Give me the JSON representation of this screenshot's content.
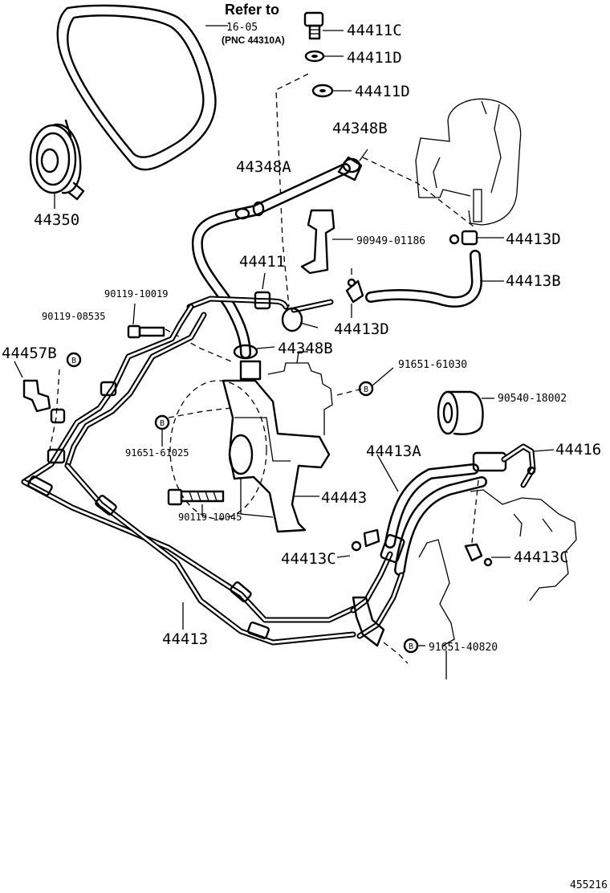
{
  "diagram_id": "455216",
  "refer": {
    "heading": "Refer to",
    "line1": "16-05",
    "line2": "(PNC 44310A)"
  },
  "callouts": {
    "c44411C": "44411C",
    "c44411D_1": "44411D",
    "c44411D_2": "44411D",
    "c44348B_top": "44348B",
    "c44348A": "44348A",
    "c44350": "44350",
    "c90949": "90949-01186",
    "c44413D_right": "44413D",
    "c44411": "44411",
    "c44413B": "44413B",
    "c90119_10019": "90119-10019",
    "c90119_08535": "90119-08535",
    "c44413D_mid": "44413D",
    "c44457B": "44457B",
    "c44348B_low": "44348B",
    "c91651_61030": "91651-61030",
    "c90540": "90540-18002",
    "c91651_61025": "91651-61025",
    "c44413A": "44413A",
    "c44416": "44416",
    "c44443": "44443",
    "c90119_10045": "90119-10045",
    "c44413C_left": "44413C",
    "c44413C_right": "44413C",
    "c44413": "44413",
    "c91651_40820": "91651-40820"
  },
  "bolt_marker": "B"
}
